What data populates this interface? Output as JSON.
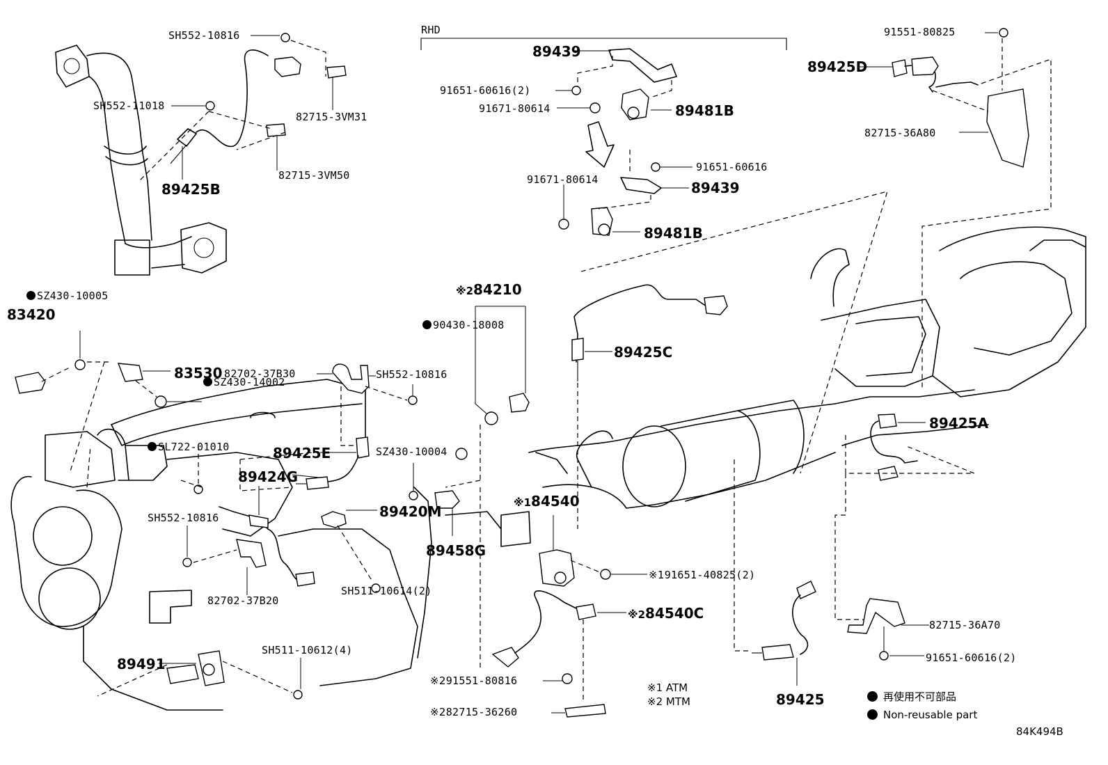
{
  "header": {
    "rhd": "RHD"
  },
  "labels": [
    {
      "id": "l1",
      "text": "SH552-10816"
    },
    {
      "id": "l2",
      "text": "SH552-11018"
    },
    {
      "id": "l3",
      "text": "82715-3VM31"
    },
    {
      "id": "l4",
      "text": "82715-3VM50"
    },
    {
      "id": "l5",
      "text": "89425B"
    },
    {
      "id": "l6",
      "text": "89439"
    },
    {
      "id": "l7",
      "text": "91651-60616(2)"
    },
    {
      "id": "l8",
      "text": "91671-80614"
    },
    {
      "id": "l9",
      "text": "89481B"
    },
    {
      "id": "l10",
      "text": "91651-60616"
    },
    {
      "id": "l11",
      "text": "91671-80614"
    },
    {
      "id": "l12",
      "text": "89439"
    },
    {
      "id": "l13",
      "text": "89481B"
    },
    {
      "id": "l14",
      "text": "91551-80825"
    },
    {
      "id": "l15",
      "text": "89425D"
    },
    {
      "id": "l16",
      "text": "82715-36A80"
    },
    {
      "id": "l17",
      "text": "SZ430-10005",
      "dot": true
    },
    {
      "id": "l18",
      "text": "83420"
    },
    {
      "id": "l19",
      "text": "83530"
    },
    {
      "id": "l20",
      "text": "SZ430-14002",
      "dot": true
    },
    {
      "id": "l21",
      "text": "82702-37B30"
    },
    {
      "id": "l22",
      "text": "SH552-10816"
    },
    {
      "id": "l23",
      "text": "84210",
      "mark": "※2"
    },
    {
      "id": "l24",
      "text": "90430-18008",
      "dot": true
    },
    {
      "id": "l25",
      "text": "89425C"
    },
    {
      "id": "l26",
      "text": "SL722-01010",
      "dot": true
    },
    {
      "id": "l27",
      "text": "89425E"
    },
    {
      "id": "l28",
      "text": "SZ430-10004"
    },
    {
      "id": "l29",
      "text": "89424G"
    },
    {
      "id": "l30",
      "text": "89420M"
    },
    {
      "id": "l31",
      "text": "84540",
      "mark": "※1"
    },
    {
      "id": "l32",
      "text": "89425A"
    },
    {
      "id": "l33",
      "text": "SH552-10816"
    },
    {
      "id": "l34",
      "text": "89458G"
    },
    {
      "id": "l35",
      "text": "91651-40825(2)",
      "mark": "※1"
    },
    {
      "id": "l36",
      "text": "SH511-10614(2)"
    },
    {
      "id": "l37",
      "text": "82702-37B20"
    },
    {
      "id": "l38",
      "text": "84540C",
      "mark": "※2"
    },
    {
      "id": "l39",
      "text": "82715-36A70"
    },
    {
      "id": "l40",
      "text": "89491"
    },
    {
      "id": "l41",
      "text": "SH511-10612(4)"
    },
    {
      "id": "l42",
      "text": "91651-60616(2)"
    },
    {
      "id": "l43",
      "text": "91551-80816",
      "mark": "※2"
    },
    {
      "id": "l44",
      "text": "89425"
    },
    {
      "id": "l45",
      "text": "82715-36260",
      "mark": "※2"
    }
  ],
  "notes": {
    "atm": "※1 ATM",
    "mtm": "※2 MTM"
  },
  "legend": {
    "jp": "再使用不可部品",
    "en": "Non-reusable part"
  },
  "diagram_code": "84K494B"
}
